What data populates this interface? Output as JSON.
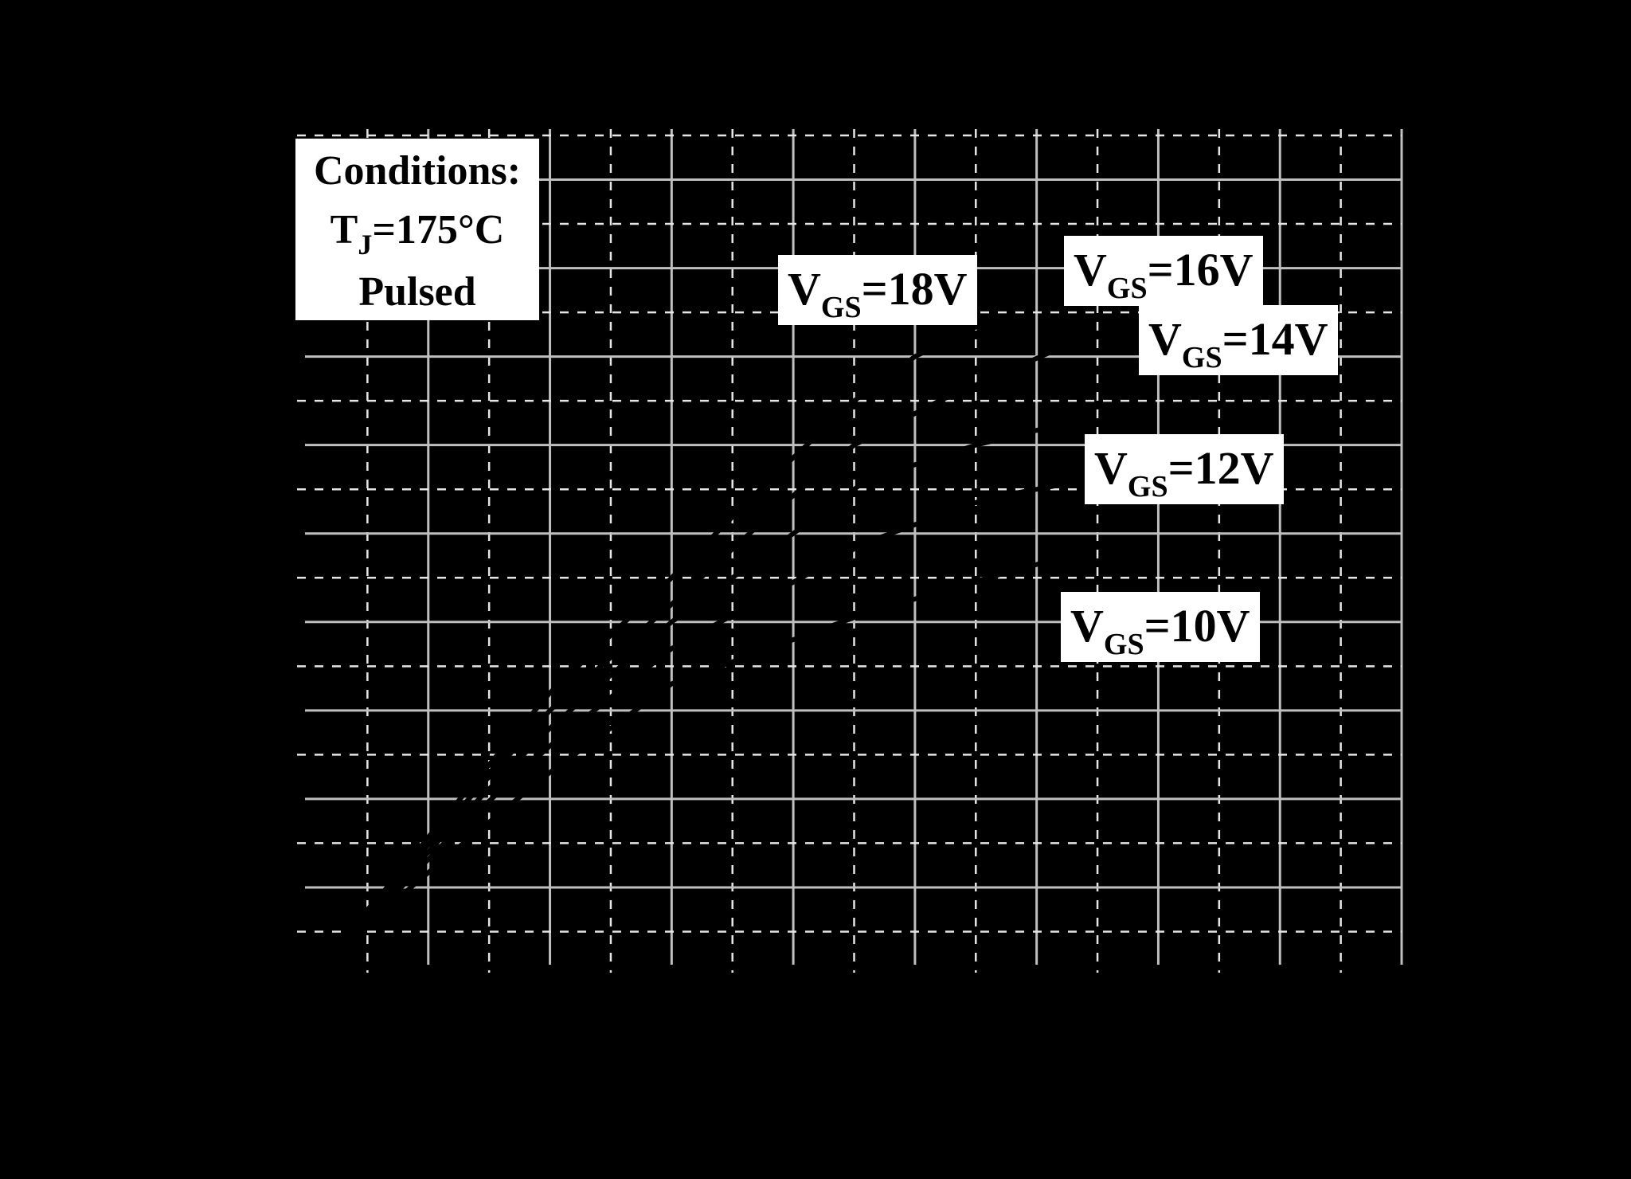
{
  "chart_data": {
    "type": "line",
    "title": "",
    "xlabel": "",
    "ylabel": "",
    "xlim": [
      0,
      9
    ],
    "ylim": [
      0,
      9.5
    ],
    "grid": true,
    "legend": "none",
    "colors": {
      "background": "#000000",
      "major_grid": "#bfbfbf",
      "minor_grid": "#e6e6e6",
      "curves": "#000000",
      "label_box": "#ffffff",
      "text": "#000000"
    },
    "annotations": {
      "conditions": {
        "line1": "Conditions:",
        "t_main": "T",
        "t_sub": "J",
        "t_rest": "=175°C",
        "line3": "Pulsed"
      },
      "vgs_main": "V",
      "vgs_sub": "GS"
    },
    "series": [
      {
        "label_value": "=18V",
        "x": [
          0,
          0.6,
          1.2,
          2,
          3,
          3.8,
          4.5,
          5.0,
          5.6
        ],
        "y": [
          0,
          0.9,
          1.9,
          3.2,
          4.5,
          5.6,
          6.5,
          7.0,
          7.4
        ]
      },
      {
        "label_value": "=16V",
        "x": [
          0,
          0.6,
          1.2,
          2,
          3,
          3.8,
          4.5,
          5.2,
          6.2
        ],
        "y": [
          0,
          0.85,
          1.8,
          3.0,
          4.2,
          5.2,
          6.0,
          6.5,
          7.1
        ]
      },
      {
        "label_value": "=14V",
        "x": [
          0,
          0.6,
          1.2,
          2,
          3,
          3.8,
          4.6,
          5.5,
          6.4
        ],
        "y": [
          0,
          0.8,
          1.7,
          2.8,
          4.0,
          4.8,
          5.6,
          6.0,
          6.3
        ]
      },
      {
        "label_value": "=12V",
        "x": [
          0,
          0.6,
          1.2,
          2,
          3,
          3.8,
          4.6,
          5.6,
          6.4
        ],
        "y": [
          0,
          0.75,
          1.6,
          2.6,
          3.7,
          4.3,
          4.9,
          5.4,
          5.6
        ]
      },
      {
        "label_value": "=10V",
        "x": [
          0,
          0.6,
          1.2,
          2,
          3,
          3.8,
          4.6,
          5.6,
          6.4
        ],
        "y": [
          0,
          0.7,
          1.4,
          2.3,
          3.3,
          3.7,
          4.1,
          4.5,
          4.8
        ]
      }
    ]
  }
}
